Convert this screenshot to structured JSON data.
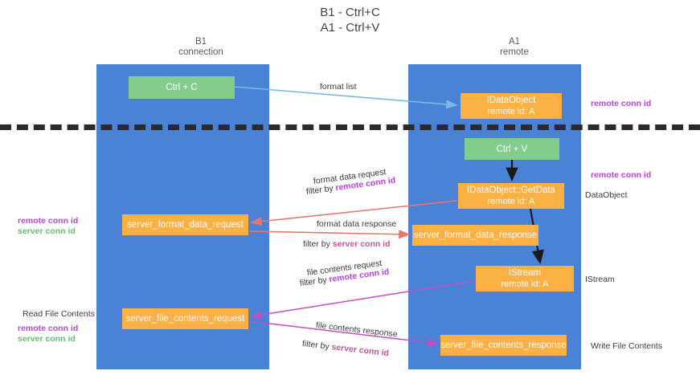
{
  "title": {
    "line1": "B1 - Ctrl+C",
    "line2": "A1 - Ctrl+V"
  },
  "columns": [
    {
      "name": "B1",
      "role": "connection"
    },
    {
      "name": "A1",
      "role": "remote"
    }
  ],
  "nodes": {
    "ctrl_c": {
      "label": "Ctrl + C",
      "color": "#82cd8c"
    },
    "idataobject": {
      "line1": "IDataObject",
      "line2": "remote id: A",
      "color": "#fbb043"
    },
    "ctrl_v": {
      "label": "Ctrl + V",
      "color": "#82cd8c"
    },
    "getdata": {
      "line1": "IDataObject::GetData",
      "line2": "remote id: A",
      "color": "#fbb043"
    },
    "server_format_data_request": {
      "label": "server_format_data_request",
      "color": "#fbb043"
    },
    "server_format_data_response": {
      "label": "server_format_data_response",
      "color": "#fbb043"
    },
    "istream": {
      "line1": "IStream",
      "line2": "remote id: A",
      "color": "#fbb043"
    },
    "server_file_contents_request": {
      "label": "server_file_contents_request",
      "color": "#fbb043"
    },
    "server_file_contents_response": {
      "label": "server_file_contents_response",
      "color": "#fbb043"
    }
  },
  "edge_labels": {
    "format_list": "format list",
    "format_data_request": "format data request",
    "format_data_request_filter_prefix": "filter by ",
    "format_data_request_filter_key": "remote conn id",
    "format_data_response": "format data response",
    "format_data_response_filter_prefix": "filter by ",
    "format_data_response_filter_key": "server conn id",
    "file_contents_request": "file contents request",
    "file_contents_request_filter_prefix": "filter by ",
    "file_contents_request_filter_key": "remote conn id",
    "file_contents_response": "file contents response",
    "file_contents_response_filter_prefix": "filter by ",
    "file_contents_response_filter_key": "server conn id"
  },
  "annotations": {
    "right_remote_conn_id_top": "remote conn id",
    "right_remote_conn_id_mid": "remote conn id",
    "right_dataobject": "DataObject",
    "right_istream": "IStream",
    "right_write_file_contents": "Write File Contents",
    "left_remote_conn_id_mid": "remote conn id",
    "left_server_conn_id_mid": "server conn id",
    "left_read_file_contents": "Read File Contents",
    "left_remote_conn_id_bottom": "remote conn id",
    "left_server_conn_id_bottom": "server conn id"
  },
  "colors": {
    "lane": "#4a82d6",
    "green_node": "#82cd8c",
    "orange_node": "#fbb043",
    "arrow_blue": "#7ab8e8",
    "arrow_red": "#e8766b",
    "arrow_magenta": "#c44ec4",
    "arrow_black": "#1a1a1a",
    "highlight_remote": "#b546d6",
    "highlight_server": "#6aba79",
    "divider": "#2b2b2b"
  }
}
